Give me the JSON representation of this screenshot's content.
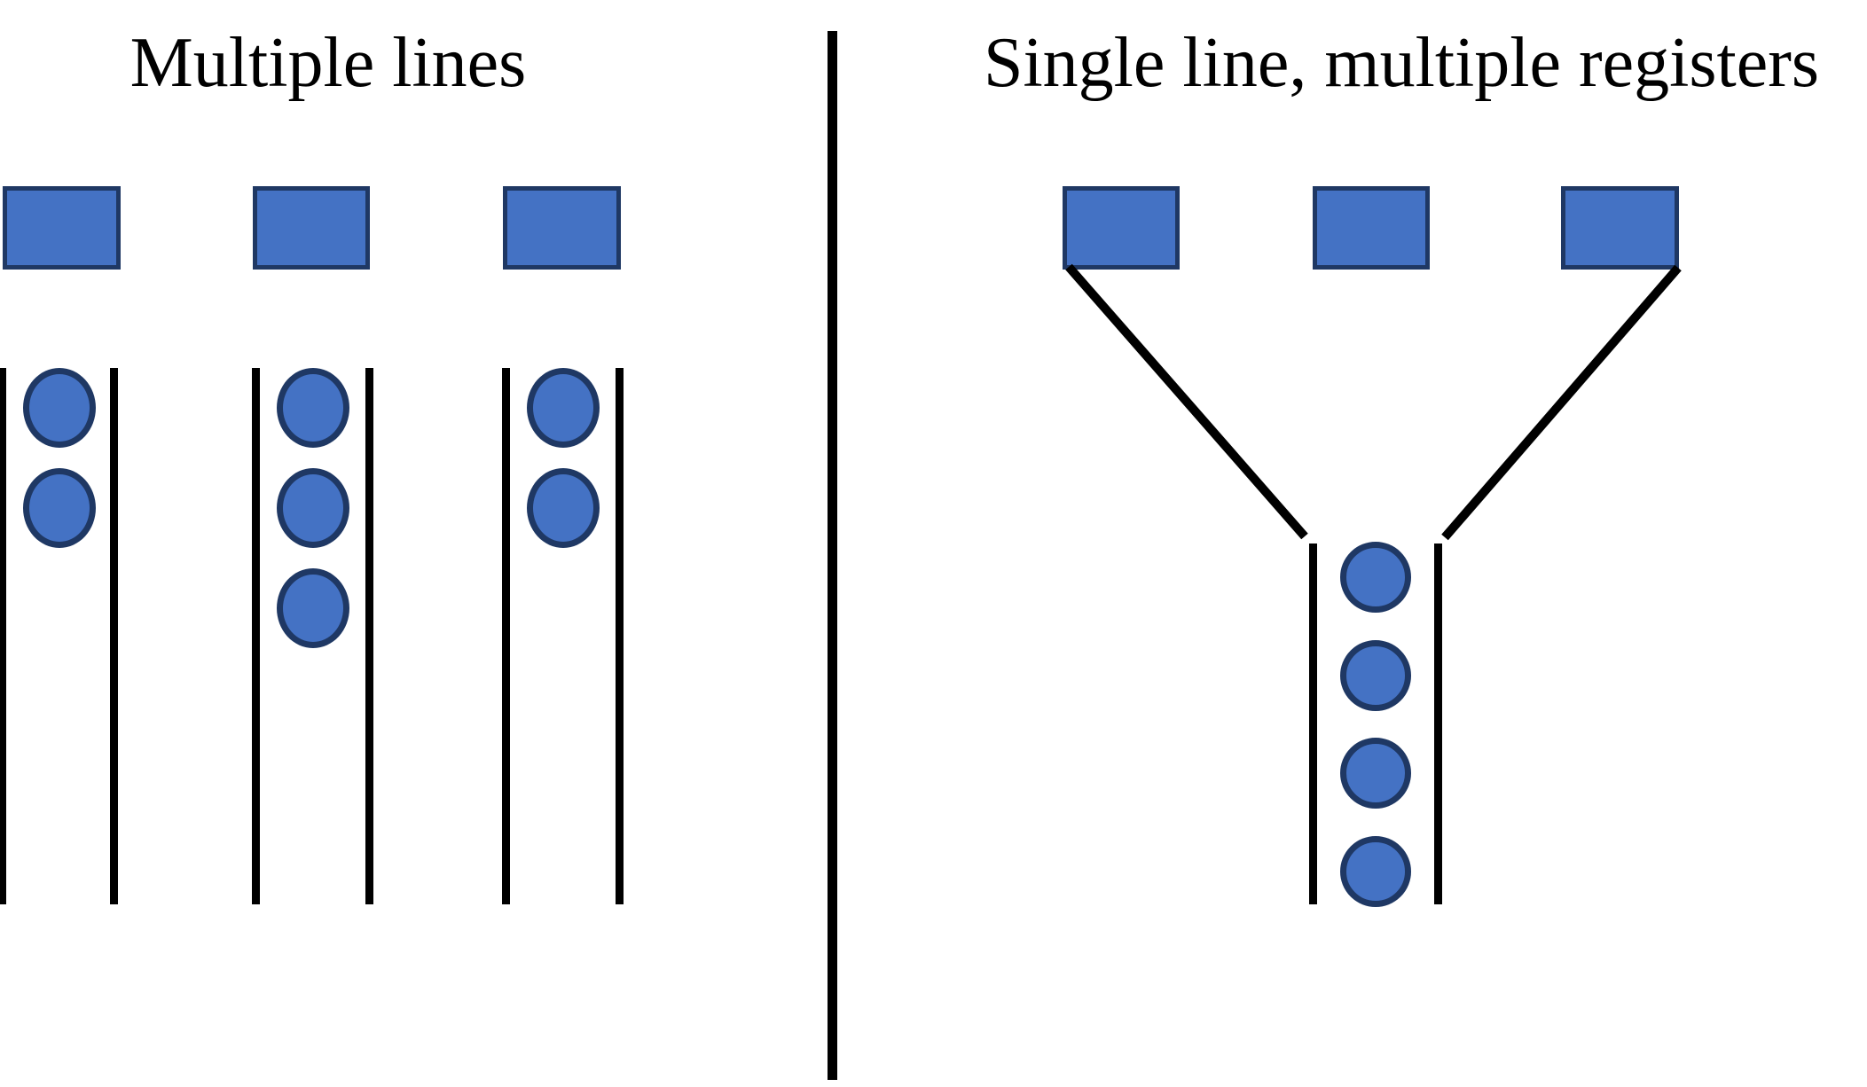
{
  "page": {
    "background": "#FFFFFF"
  },
  "diagram": {
    "left_panel": {
      "title": "Multiple lines",
      "register_count": 3,
      "queues": [
        {
          "name": "queue-1",
          "people": 2
        },
        {
          "name": "queue-2",
          "people": 3
        },
        {
          "name": "queue-3",
          "people": 2
        }
      ]
    },
    "right_panel": {
      "title": "Single line, multiple registers",
      "register_count": 3,
      "queues": [
        {
          "name": "shared-queue",
          "people": 4
        }
      ]
    },
    "colors": {
      "shape_fill": "#4472C4",
      "shape_border": "#1F3864",
      "line": "#000000"
    }
  }
}
